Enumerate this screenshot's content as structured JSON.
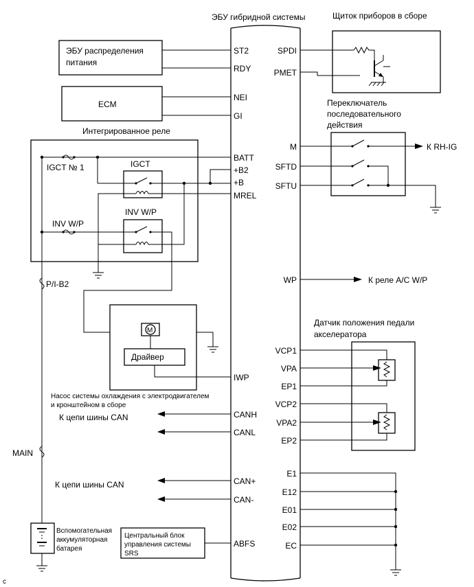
{
  "labels": {
    "ecu_title": "ЭБУ гибридной системы",
    "meter_title": "Щиток приборов в сборе",
    "power_ecu_l1": "ЭБУ распределения",
    "power_ecu_l2": "питания",
    "ecm": "ECM",
    "relay_title": "Интегрированное реле",
    "igct_fuse": "IGCT № 1",
    "igct_relay": "IGCT",
    "inv_fuse": "INV W/P",
    "inv_relay": "INV W/P",
    "fuse_pib2": "P/I-B2",
    "fuse_main": "MAIN",
    "motor": "M",
    "driver": "Драйвер",
    "pump_l1": "Насос системы охлаждения с электродвигателем",
    "pump_l2": "и кронштейном в сборе",
    "can_circuit_1": "К цепи шины CAN",
    "can_circuit_2": "К цепи шины CAN",
    "battery_l1": "Вспомогательная",
    "battery_l2": "аккумуляторная",
    "battery_l3": "батарея",
    "srs_l1": "Центральный блок",
    "srs_l2": "управления системы",
    "srs_l3": "SRS",
    "shift_l1": "Переключатель",
    "shift_l2": "последовательного",
    "shift_l3": "действия",
    "to_rhig": "К RH-IG",
    "to_acwp": "К реле A/C W/P",
    "pedal_l1": "Датчик положения педали",
    "pedal_l2": "акселератора",
    "corner": "c"
  },
  "ecu_left_pins": {
    "st2": "ST2",
    "rdy": "RDY",
    "nei": "NEI",
    "gi": "GI",
    "batt": "BATT",
    "b2": "+B2",
    "b": "+B",
    "mrel": "MREL",
    "iwp": "IWP",
    "canh": "CANH",
    "canl": "CANL",
    "canp": "CAN+",
    "canm": "CAN-",
    "abfs": "ABFS"
  },
  "ecu_right_pins": {
    "spdi": "SPDI",
    "pmet": "PMET",
    "m": "M",
    "sftd": "SFTD",
    "sftu": "SFTU",
    "wp": "WP",
    "vcp1": "VCP1",
    "vpa": "VPA",
    "ep1": "EP1",
    "vcp2": "VCP2",
    "vpa2": "VPA2",
    "ep2": "EP2",
    "e1": "E1",
    "e12": "E12",
    "e01": "E01",
    "e02": "E02",
    "ec": "EC"
  },
  "icons": {
    "fuse": "fuse-icon",
    "ground": "ground-icon",
    "motor": "motor-icon",
    "relay_coil": "relay-coil-icon",
    "resistor": "resistor-icon",
    "transistor": "transistor-icon",
    "arrow": "arrow-icon"
  },
  "colors": {
    "line": "#000000",
    "background": "#ffffff"
  }
}
